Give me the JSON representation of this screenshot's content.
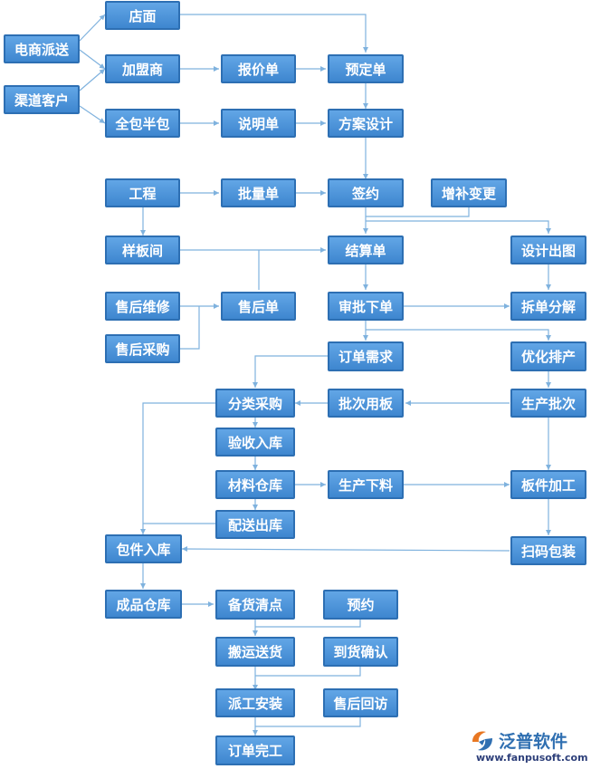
{
  "nodes": {
    "dianshang_paisong": "电商派送",
    "qudao_kehu": "渠道客户",
    "dianmian": "店面",
    "jiamengshang": "加盟商",
    "quanbao_banbao": "全包半包",
    "baojiadan": "报价单",
    "shuomingdan": "说明单",
    "yudingdan": "预定单",
    "fangan_sheji": "方案设计",
    "gongcheng": "工程",
    "piliangdan": "批量单",
    "qianyue": "签约",
    "zengbu_biangeng": "增补变更",
    "yangbanjian": "样板间",
    "jiesuandan": "结算单",
    "sheji_chutu": "设计出图",
    "shouhou_weixiu": "售后维修",
    "shouhoudan": "售后单",
    "shenpi_xiadan": "审批下单",
    "chaidan_fenjie": "拆单分解",
    "shouhou_caigou": "售后采购",
    "dingdan_xuqiu": "订单需求",
    "youhua_paichan": "优化排产",
    "fenlei_caigou": "分类采购",
    "pici_yongban": "批次用板",
    "shengchan_pici": "生产批次",
    "yanshou_ruku": "验收入库",
    "cailiao_cangku": "材料仓库",
    "shengchan_xialiao": "生产下料",
    "banjian_jiagong": "板件加工",
    "peisong_chuku": "配送出库",
    "baojian_ruku": "包件入库",
    "saoma_baozhuang": "扫码包装",
    "chengpin_cangku": "成品仓库",
    "beihuo_qingdian": "备货清点",
    "yuyue": "预约",
    "banyun_songhuo": "搬运送货",
    "daohuo_queren": "到货确认",
    "paigong_anzhuang": "派工安装",
    "shouhou_huifang": "售后回访",
    "dingdan_wangong": "订单完工"
  },
  "logo": {
    "name": "泛普软件",
    "url": "www.fanpusoft.com"
  },
  "colors": {
    "node_fill_top": "#62a6e6",
    "node_fill_bottom": "#3e86cf",
    "node_border": "#2d6fb3",
    "connector": "#7fb2de",
    "logo_blue": "#2f6fb1",
    "logo_orange": "#e87722"
  }
}
